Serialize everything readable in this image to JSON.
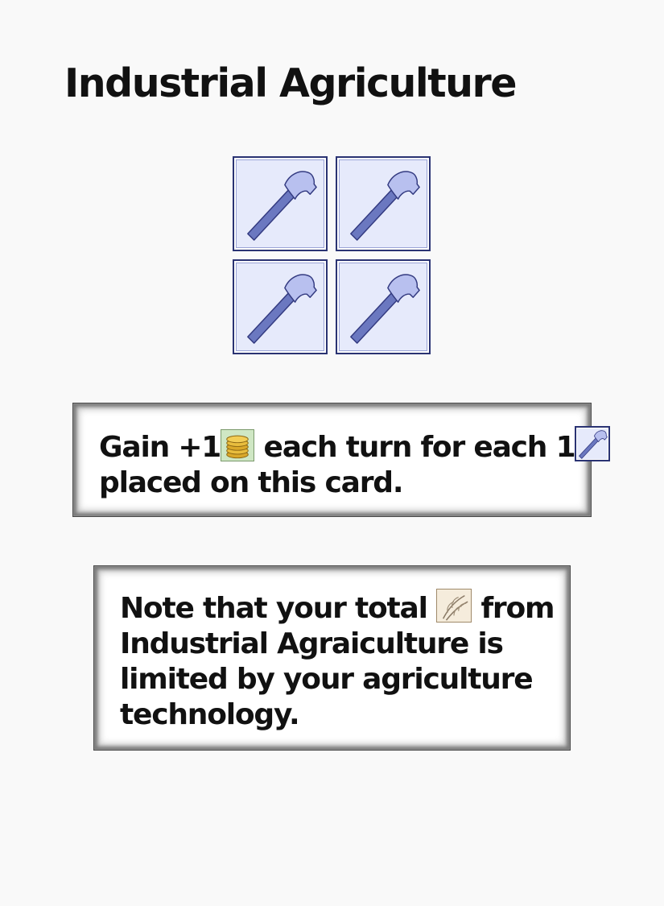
{
  "card": {
    "title": "Industrial Agriculture"
  },
  "slots": [
    {
      "icon": "hammer-icon"
    },
    {
      "icon": "hammer-icon"
    },
    {
      "icon": "hammer-icon"
    },
    {
      "icon": "hammer-icon"
    }
  ],
  "effect": {
    "line1_before": "Gain +1",
    "line1_icon": "coin-stack-icon",
    "line1_middle": " each turn for each 1",
    "line1_icon2": "hammer-icon",
    "line2": "placed on this card."
  },
  "note": {
    "line1_before": "Note that your total ",
    "line1_icon": "grain-icon",
    "line1_after": " from",
    "line2": "Industrial Agraiculture is",
    "line3": "limited by your agriculture",
    "line4": "technology."
  },
  "colors": {
    "slot_fill": "#e6eafb",
    "slot_border": "#2a3373",
    "hammer": "#6b78c0",
    "coin": "#d9a82a",
    "coin_bg": "#cfe7c4",
    "grain_bg": "#f5ecdc"
  }
}
